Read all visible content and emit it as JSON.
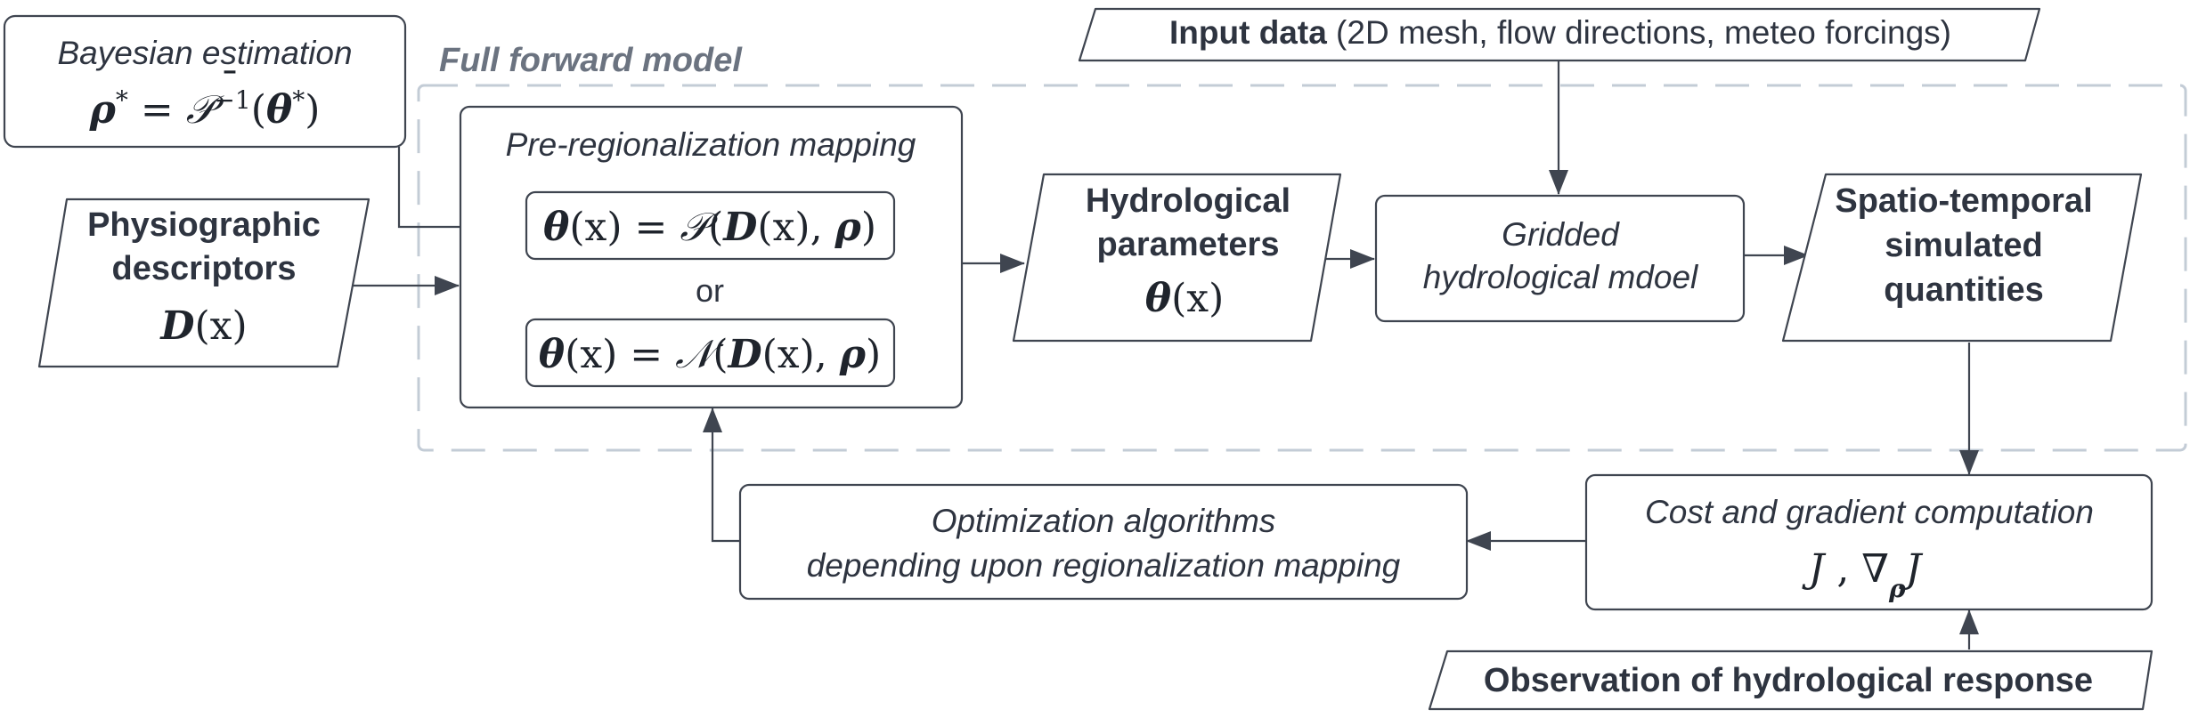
{
  "colors": {
    "stroke": "#3f4550",
    "text": "#2e3440",
    "dashed_frame": "#c3ccd6",
    "frame_label": "#6b7380",
    "background": "#ffffff"
  },
  "forward_model": {
    "label": "Full forward model"
  },
  "bayesian": {
    "title": "Bayesian estimation",
    "rho": "ρ",
    "star1": "*",
    "eq": " = ",
    "P": "𝒫",
    "inv": "−1",
    "lp": "(",
    "theta": "θ",
    "bar": "¯",
    "star2": "*",
    "rp": ")"
  },
  "physio": {
    "line1": "Physiographic",
    "line2": "descriptors",
    "D": "D",
    "arg": "(x)"
  },
  "prereg": {
    "title": "Pre-regionalization mapping",
    "or_label": "or",
    "eq1": {
      "theta": "θ",
      "arg": "(x) = ",
      "op": "𝒫",
      "lp": "(",
      "D": "D",
      "darg": "(x), ",
      "rho": "ρ",
      "rp": ")"
    },
    "eq2": {
      "theta": "θ",
      "arg": "(x) = ",
      "op": "𝒩",
      "lp": "(",
      "D": "D",
      "darg": "(x), ",
      "rho": "ρ",
      "rp": ")"
    }
  },
  "hydro_params": {
    "line1": "Hydrological",
    "line2": "parameters",
    "theta": "θ",
    "arg": "(x)"
  },
  "input_data": {
    "bold": "Input data",
    "rest": " (2D mesh, flow directions, meteo forcings)"
  },
  "gridded": {
    "line1": "Gridded",
    "line2": "hydrological mdoel"
  },
  "spatio": {
    "line1": "Spatio-temporal",
    "line2": "simulated",
    "line3": "quantities"
  },
  "cost": {
    "title": "Cost and gradient computation",
    "J": "J",
    "sep": " ,   ",
    "nabla": "∇",
    "sub": "ρ",
    "J2": "J"
  },
  "optim": {
    "line1": "Optimization algorithms",
    "line2": "depending upon regionalization mapping"
  },
  "observation": {
    "label": "Observation of hydrological response"
  }
}
